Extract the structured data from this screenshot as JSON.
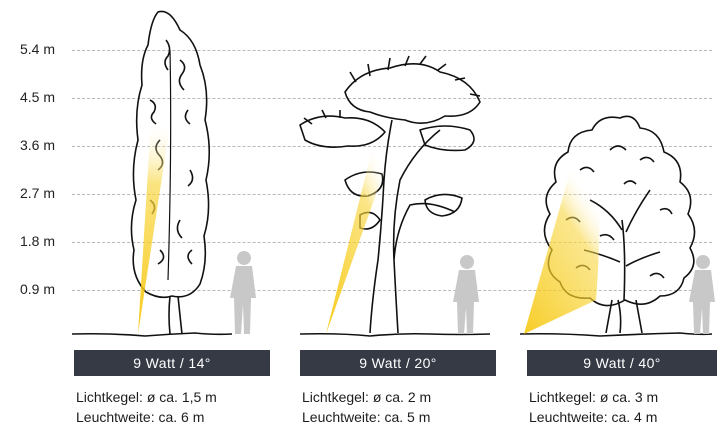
{
  "scale_labels": [
    "5.4 m",
    "4.5 m",
    "3.6 m",
    "2.7 m",
    "1.8 m",
    "0.9 m"
  ],
  "fixtures": [
    {
      "bar_label": "9 Watt / 14°",
      "beam_line": "Lichtkegel:  ø ca. 1,5 m",
      "range_line": "Leuchtweite: ca. 6 m",
      "beam_angle_deg": 14,
      "tree_type": "poplar-tree"
    },
    {
      "bar_label": "9 Watt / 20°",
      "beam_line": "Lichtkegel:  ø ca. 2 m",
      "range_line": "Leuchtweite: ca. 5 m",
      "beam_angle_deg": 20,
      "tree_type": "pine-tree"
    },
    {
      "bar_label": "9 Watt / 40°",
      "beam_line": "Lichtkegel:  ø ca. 3 m",
      "range_line": "Leuchtweite: ca. 4 m",
      "beam_angle_deg": 40,
      "tree_type": "deciduous-tree"
    }
  ],
  "colors": {
    "bar": "#353a45",
    "beam": "#f6c400",
    "grid": "#b9b9b9",
    "person": "#c8c8c8"
  }
}
